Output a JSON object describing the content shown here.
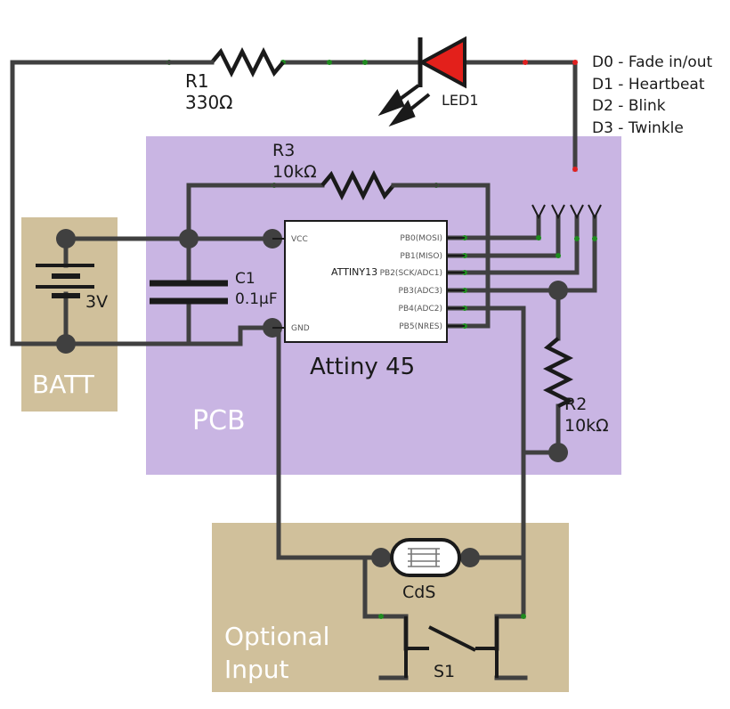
{
  "regions": {
    "pcb": "PCB",
    "batt": "BATT",
    "optional_input": [
      "Optional",
      "Input"
    ]
  },
  "components": {
    "r1": {
      "ref": "R1",
      "value": "330Ω"
    },
    "led1": {
      "ref": "LED1"
    },
    "r3": {
      "ref": "R3",
      "value": "10kΩ"
    },
    "c1": {
      "ref": "C1",
      "value": "0.1µF"
    },
    "battery": {
      "value": "3V"
    },
    "r2": {
      "ref": "R2",
      "value": "10kΩ"
    },
    "cds": {
      "ref": "CdS"
    },
    "s1": {
      "ref": "S1"
    },
    "chip": {
      "part": "ATTINY13",
      "caption": "Attiny 45",
      "left_pins": [
        "VCC",
        "GND"
      ],
      "right_pins": [
        "PB0(MOSI)",
        "PB1(MISO)",
        "PB2(SCK/ADC1)",
        "PB3(ADC3)",
        "PB4(ADC2)",
        "PB5(NRES)"
      ]
    }
  },
  "modes": [
    "D0 - Fade in/out",
    "D1 - Heartbeat",
    "D2 - Blink",
    "D3 - Twinkle"
  ],
  "colors": {
    "pcb_region": "#c9b5e3",
    "aux_region": "#d0c09b",
    "wire": "#404040",
    "led_fill": "#e3201b"
  }
}
